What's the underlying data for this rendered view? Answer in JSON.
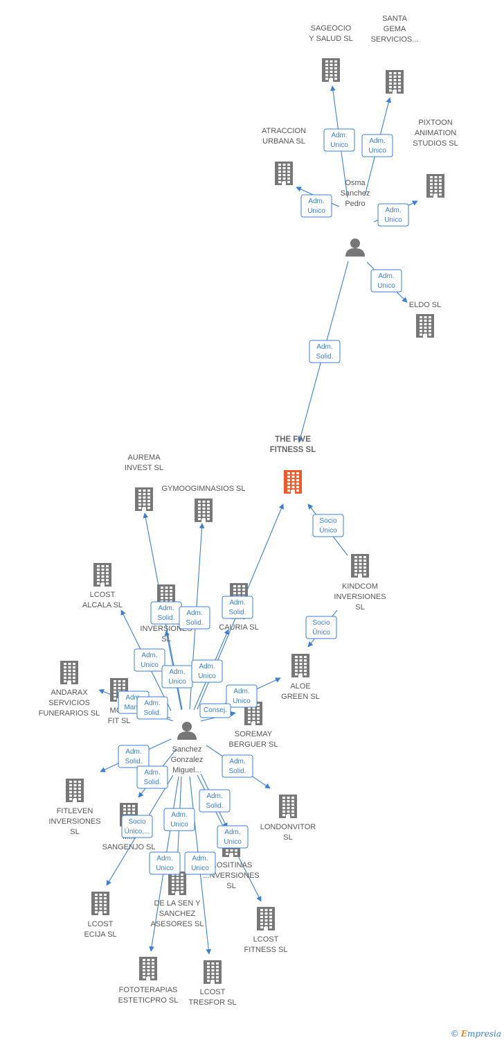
{
  "colors": {
    "edge": "#3a7fd5",
    "company": "#777777",
    "main_company": "#f05a28",
    "person": "#777777"
  },
  "nodes": [
    {
      "id": "five",
      "type": "company",
      "main": true,
      "label": [
        "THE FIVE",
        "FITNESS SL"
      ]
    },
    {
      "id": "osma",
      "type": "person",
      "label": [
        "Osma",
        "Sanchez",
        "Pedro"
      ]
    },
    {
      "id": "sanchez",
      "type": "person",
      "label": [
        "Sanchez",
        "Gonzalez",
        "Miguel..."
      ]
    },
    {
      "id": "sageocio",
      "type": "company",
      "label": [
        "SAGEOCIO",
        "Y SALUD SL"
      ]
    },
    {
      "id": "santagema",
      "type": "company",
      "label": [
        "SANTA",
        "GEMA",
        "SERVICIOS..."
      ]
    },
    {
      "id": "atraccion",
      "type": "company",
      "label": [
        "ATRACCION",
        "URBANA  SL"
      ]
    },
    {
      "id": "pixtoon",
      "type": "company",
      "label": [
        "PIXTOON",
        "ANIMATION",
        "STUDIOS SL"
      ]
    },
    {
      "id": "eldo",
      "type": "company",
      "label": [
        "ELDO  SL"
      ]
    },
    {
      "id": "aurema",
      "type": "company",
      "label": [
        "AUREMA",
        "INVEST  SL"
      ]
    },
    {
      "id": "gymoo",
      "type": "company",
      "label": [
        "GYMOOGIMNASIOS SL"
      ]
    },
    {
      "id": "kindcom",
      "type": "company",
      "label": [
        "KINDCOM",
        "INVERSIONES",
        "SL"
      ]
    },
    {
      "id": "lcostalcala",
      "type": "company",
      "label": [
        "LCOST",
        "ALCALA SL"
      ]
    },
    {
      "id": "inversiones",
      "type": "company",
      "label": [
        "INVERSIONES",
        "SL"
      ]
    },
    {
      "id": "fcauria",
      "type": "company",
      "label": [
        "F...S",
        "CAURIA SL"
      ]
    },
    {
      "id": "aloe",
      "type": "company",
      "label": [
        "ALOE",
        "GREEN  SL"
      ]
    },
    {
      "id": "andarax",
      "type": "company",
      "label": [
        "ANDARAX",
        "SERVICIOS",
        "FUNERARIOS SL"
      ]
    },
    {
      "id": "mofit",
      "type": "company",
      "label": [
        "MO...",
        "FIT SL"
      ]
    },
    {
      "id": "soremay",
      "type": "company",
      "label": [
        "SOREMAY",
        "BERGUER SL"
      ]
    },
    {
      "id": "fitleven",
      "type": "company",
      "label": [
        "FITLEVEN",
        "INVERSIONES",
        "SL"
      ]
    },
    {
      "id": "sangenjo",
      "type": "company",
      "label": [
        "M...",
        "SANGENJO  SL"
      ]
    },
    {
      "id": "londonvitor",
      "type": "company",
      "label": [
        "LONDONVITOR",
        "SL"
      ]
    },
    {
      "id": "positinas",
      "type": "company",
      "label": [
        "...OSITINAS",
        "...NVERSIONES",
        "SL"
      ]
    },
    {
      "id": "lcostecija",
      "type": "company",
      "label": [
        "LCOST",
        "ECIJA  SL"
      ]
    },
    {
      "id": "delasen",
      "type": "company",
      "label": [
        "DE LA SEN Y",
        "SANCHEZ",
        "ASESORES SL"
      ]
    },
    {
      "id": "lcostfitness",
      "type": "company",
      "label": [
        "LCOST",
        "FITNESS SL"
      ]
    },
    {
      "id": "fototerapias",
      "type": "company",
      "label": [
        "FOTOTERAPIAS",
        "ESTETICPRO SL"
      ]
    },
    {
      "id": "lcosttresfor",
      "type": "company",
      "label": [
        "LCOST",
        "TRESFOR SL"
      ]
    }
  ],
  "edges": [
    {
      "from": "osma",
      "to": "sageocio",
      "label": [
        "Adm.",
        "Unico"
      ]
    },
    {
      "from": "osma",
      "to": "santagema",
      "label": [
        "Adm.",
        "Unico"
      ]
    },
    {
      "from": "osma",
      "to": "atraccion",
      "label": [
        "Adm.",
        "Unico"
      ]
    },
    {
      "from": "osma",
      "to": "pixtoon",
      "label": [
        "Adm.",
        "Unico"
      ]
    },
    {
      "from": "osma",
      "to": "eldo",
      "label": [
        "Adm.",
        "Unico"
      ]
    },
    {
      "from": "osma",
      "to": "five",
      "label": [
        "Adm.",
        "Solid."
      ]
    },
    {
      "from": "kindcom",
      "to": "five",
      "label": [
        "Socio",
        "Único"
      ]
    },
    {
      "from": "kindcom",
      "to": "aloe",
      "label": [
        "Socio",
        "Único"
      ]
    },
    {
      "from": "sanchez",
      "to": "five",
      "label": [
        "Adm.",
        "Solid."
      ]
    },
    {
      "from": "sanchez",
      "to": "aurema",
      "label": [
        "Adm.",
        "Solid."
      ]
    },
    {
      "from": "sanchez",
      "to": "gymoo",
      "label": [
        "Adm.",
        "Solid."
      ]
    },
    {
      "from": "sanchez",
      "to": "lcostalcala",
      "label": [
        "Adm.",
        "Unico"
      ]
    },
    {
      "from": "sanchez",
      "to": "inversiones",
      "label": [
        "Adm.",
        "Unico"
      ]
    },
    {
      "from": "sanchez",
      "to": "fcauria",
      "label": [
        "Adm.",
        "Unico"
      ]
    },
    {
      "from": "sanchez",
      "to": "aloe",
      "label": [
        "Adm.",
        "Unico"
      ]
    },
    {
      "from": "sanchez",
      "to": "andarax",
      "label": [
        "Adm.",
        "Manc."
      ]
    },
    {
      "from": "sanchez",
      "to": "mofit",
      "label": [
        "Adm.",
        "Solid."
      ]
    },
    {
      "from": "sanchez",
      "to": "soremay",
      "label": [
        "Consej."
      ]
    },
    {
      "from": "sanchez",
      "to": "fitleven",
      "label": [
        "Adm.",
        "Solid."
      ]
    },
    {
      "from": "sanchez",
      "to": "sangenjo",
      "label": [
        "Adm.",
        "Solid."
      ]
    },
    {
      "from": "sanchez",
      "to": "londonvitor",
      "label": [
        "Adm.",
        "Solid."
      ]
    },
    {
      "from": "sanchez",
      "to": "positinas",
      "label": [
        "Adm.",
        "Solid."
      ]
    },
    {
      "from": "sanchez",
      "to": "lcostecija",
      "label": [
        "Socio",
        "Único,..."
      ]
    },
    {
      "from": "sanchez",
      "to": "delasen",
      "label": [
        "Adm.",
        "Unico"
      ]
    },
    {
      "from": "sanchez",
      "to": "lcostfitness",
      "label": [
        "Adm.",
        "Unico"
      ]
    },
    {
      "from": "sanchez",
      "to": "fototerapias",
      "label": [
        "Adm.",
        "Unico"
      ]
    },
    {
      "from": "sanchez",
      "to": "lcosttresfor",
      "label": [
        "Adm.",
        "Unico"
      ]
    }
  ],
  "brand": {
    "symbol": "©",
    "initial": "E",
    "rest": "mpresia"
  }
}
